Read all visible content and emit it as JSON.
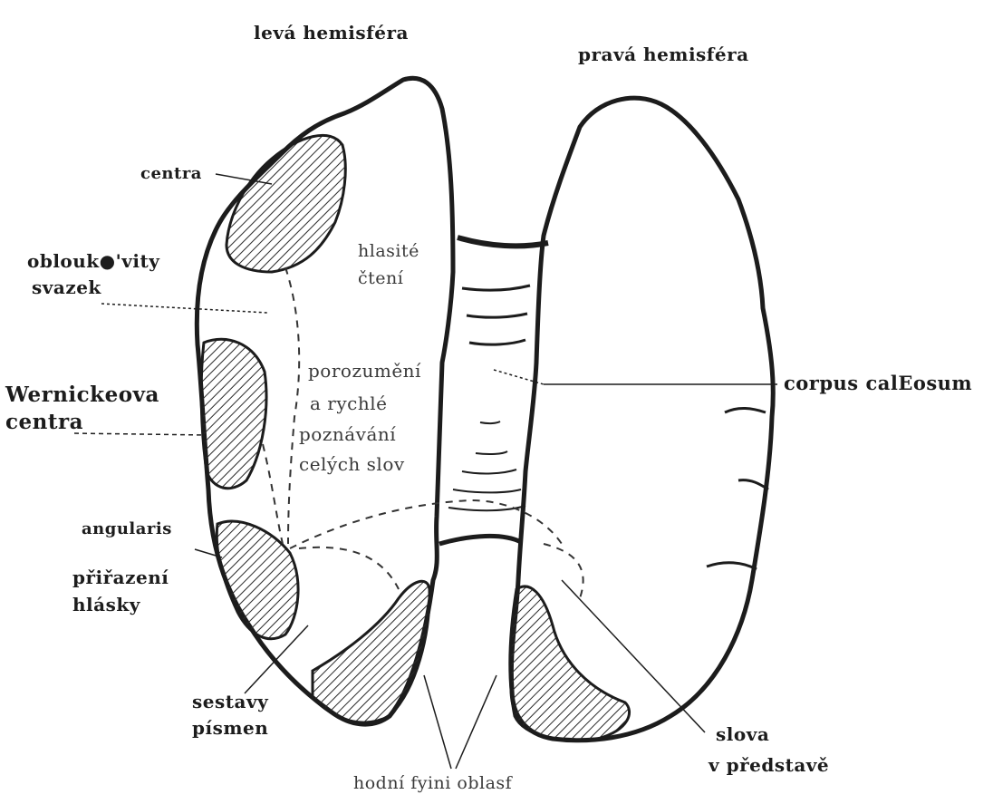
{
  "labels": {
    "left_hemisphere": "levá hemisféra",
    "right_hemisphere": "pravá hemisféra",
    "centra": "centra",
    "arcuate_line1": "oblouk●'vity",
    "arcuate_line2": "svazek",
    "wernicke_line1": "Wernickeova",
    "wernicke_line2": "centra",
    "angularis": "angularis",
    "prirazeni_line1": "přiřazení",
    "prirazeni_line2": "hlásky",
    "sestavy_line1": "sestavy",
    "sestavy_line2": "písmen",
    "hlasite_line1": "hlasité",
    "hlasite_line2": "čtení",
    "porozumeni_line1": "porozumění",
    "porozumeni_line2": "a rychlé",
    "porozumeni_line3": "poznávání",
    "porozumeni_line4": "celých slov",
    "corpus_callosum": "corpus calEosum",
    "slova_line1": "slova",
    "slova_line2": "v představě",
    "zrakova_oblast": "hodní fyini oblasf"
  },
  "colors": {
    "ink": "#1c1c1c",
    "hatch": "#2a2a2a",
    "paper": "#ffffff"
  }
}
